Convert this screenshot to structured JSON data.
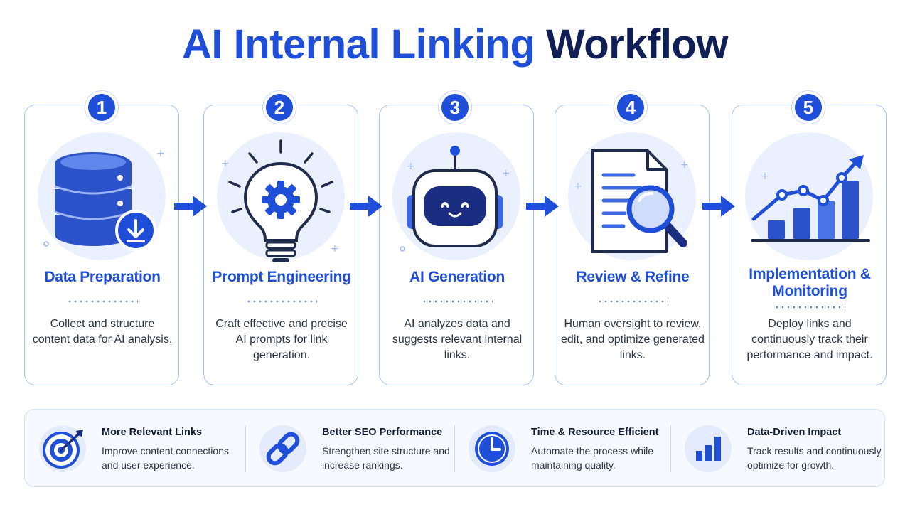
{
  "title": {
    "part1": "AI Internal Linking",
    "part2": "Workflow"
  },
  "steps": [
    {
      "number": "1",
      "title": "Data Preparation",
      "desc": "Collect and structure content data for AI analysis.",
      "icon": "database-download-icon"
    },
    {
      "number": "2",
      "title": "Prompt Engineering",
      "desc": "Craft effective and precise AI prompts for link generation.",
      "icon": "lightbulb-gear-icon"
    },
    {
      "number": "3",
      "title": "AI Generation",
      "desc": "AI analyzes data and suggests relevant internal links.",
      "icon": "robot-icon"
    },
    {
      "number": "4",
      "title": "Review & Refine",
      "desc": "Human oversight to review, edit, and optimize generated links.",
      "icon": "document-magnifier-icon"
    },
    {
      "number": "5",
      "title": "Implementation & Monitoring",
      "desc": "Deploy links and continuously track their performance and impact.",
      "icon": "growth-chart-icon"
    }
  ],
  "benefits": [
    {
      "title": "More Relevant Links",
      "desc": "Improve content connections and user experience.",
      "icon": "target-icon"
    },
    {
      "title": "Better SEO Performance",
      "desc": "Strengthen site structure and increase rankings.",
      "icon": "link-icon"
    },
    {
      "title": "Time & Resource Efficient",
      "desc": "Automate the process while maintaining quality.",
      "icon": "clock-icon"
    },
    {
      "title": "Data-Driven Impact",
      "desc": "Track results and continuously optimize for growth.",
      "icon": "bar-chart-icon"
    }
  ],
  "colors": {
    "primary": "#1f4fd8",
    "dark": "#0f1f56",
    "light": "#eaf0fd",
    "border": "#a9c1ef"
  }
}
